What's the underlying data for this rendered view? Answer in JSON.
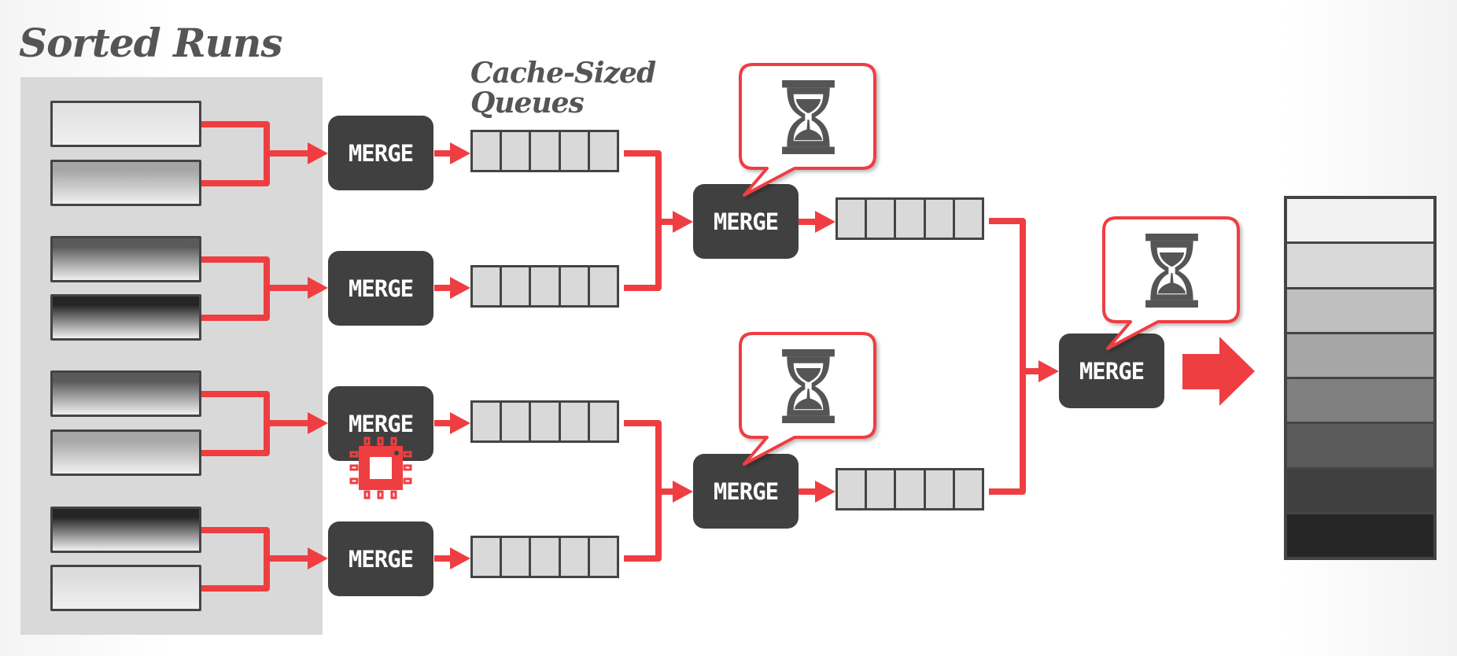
{
  "labels": {
    "sorted_runs": "Sorted Runs",
    "cache_sized_line1": "Cache-Sized",
    "cache_sized_line2": "Queues"
  },
  "merge_label": "MERGE",
  "merges": {
    "level1": [
      "MERGE",
      "MERGE",
      "MERGE",
      "MERGE"
    ],
    "level2": [
      "MERGE",
      "MERGE"
    ],
    "level3": [
      "MERGE"
    ]
  },
  "sorted_runs": {
    "count": 8,
    "top_shades": [
      "#e2e2e2",
      "#a6a6a6",
      "#5a5a5a",
      "#252525",
      "#5a5a5a",
      "#a6a6a6",
      "#252525",
      "#dcdcdc"
    ]
  },
  "queue_cells": 5,
  "result_shades": [
    "#f2f2f2",
    "#d9d9d9",
    "#bfbfbf",
    "#a6a6a6",
    "#808080",
    "#5a5a5a",
    "#404040",
    "#262626"
  ],
  "icons": {
    "waiting": "hourglass-icon",
    "cpu": "cpu-chip-icon",
    "output_arrow": "arrow-right-icon"
  },
  "colors": {
    "accent": "#ef3e42",
    "merge_box": "#404040",
    "queue_cell": "#d9d9d9",
    "panel": "#d9d9d9",
    "border": "#444444",
    "title": "#555555"
  }
}
